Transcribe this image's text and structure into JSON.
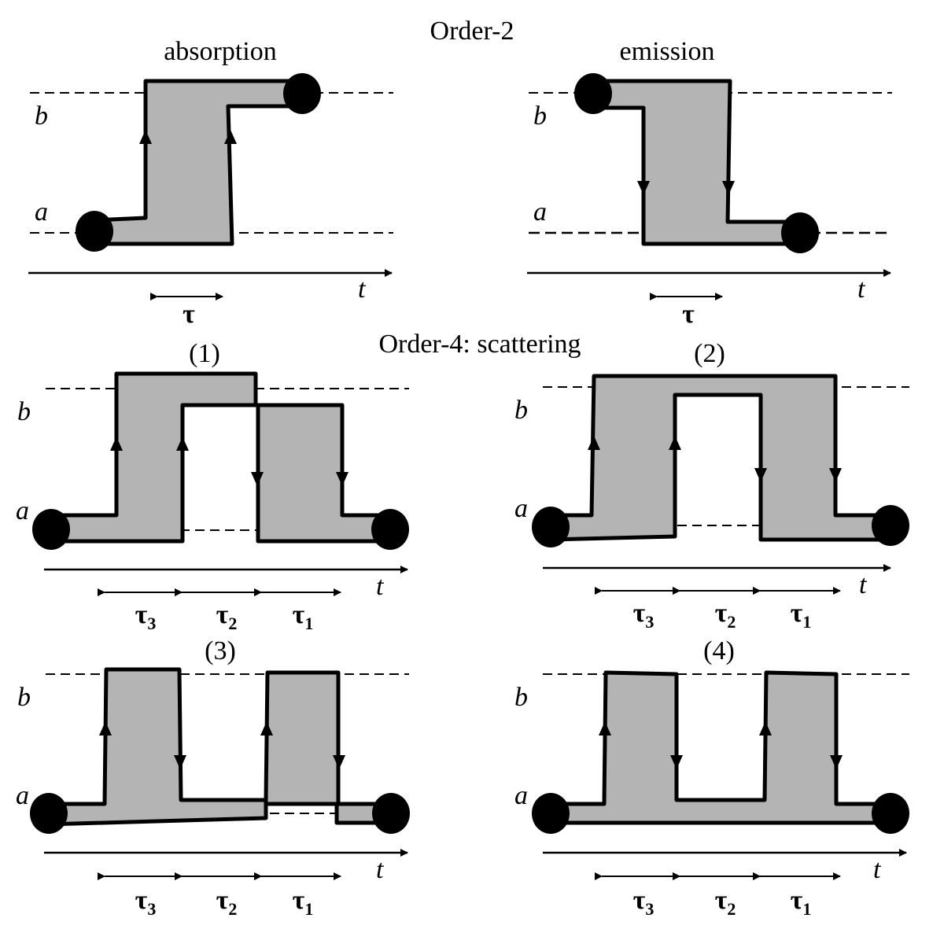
{
  "titles": {
    "order2": "Order-2",
    "order4": "Order-4: scattering"
  },
  "panels": {
    "absorption": {
      "title": "absorption"
    },
    "emission": {
      "title": "emission"
    },
    "p1": {
      "title": "(1)"
    },
    "p2": {
      "title": "(2)"
    },
    "p3": {
      "title": "(3)"
    },
    "p4": {
      "title": "(4)"
    }
  },
  "levels": {
    "upper": "b",
    "lower": "a"
  },
  "time_axis": "t",
  "intervals": {
    "single": "τ",
    "tau_symbol": "τ",
    "subs": [
      "3",
      "2",
      "1"
    ]
  },
  "colors": {
    "fill": "#b4b4b4",
    "stroke": "#000000"
  }
}
